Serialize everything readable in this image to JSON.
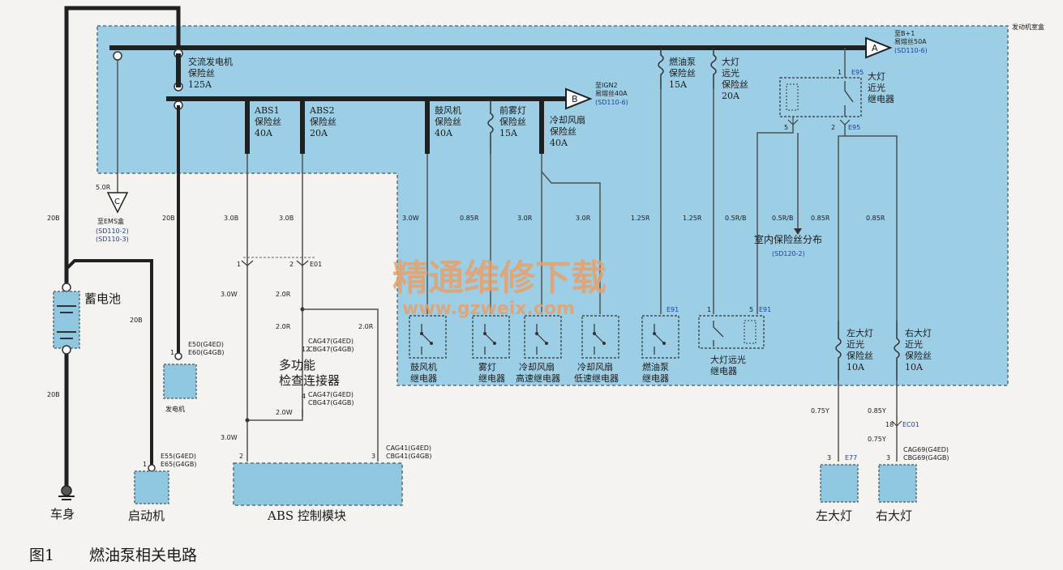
{
  "colors": {
    "panel": "#9ccfe6",
    "panel_border": "#5a6f7c",
    "wire": "#505050",
    "heavy_wire": "#202020",
    "component": "#8fc6e0",
    "watermark": "#e8a068",
    "ref_text": "#1f3fa0"
  },
  "top_right_label": "发动机室盒",
  "bus_a": {
    "title": "至B+1",
    "subtitle": "易熔丝50A",
    "ref": "(SD110-6)",
    "arrow": "A"
  },
  "bus_b": {
    "title": "至IGN2",
    "subtitle": "易熔丝40A",
    "ref": "(SD110-6)",
    "arrow": "B"
  },
  "bus_c": {
    "title": "至EMS盒",
    "ref1": "(SD110-2)",
    "ref2": "(SD110-3)",
    "arrow": "C"
  },
  "fuses": {
    "alternator": {
      "l1": "交流发电机",
      "l2": "保险丝",
      "l3": "125A"
    },
    "abs1": {
      "l1": "ABS1",
      "l2": "保险丝",
      "l3": "40A"
    },
    "abs2": {
      "l1": "ABS2",
      "l2": "保险丝",
      "l3": "20A"
    },
    "blower": {
      "l1": "鼓风机",
      "l2": "保险丝",
      "l3": "40A"
    },
    "fog": {
      "l1": "前雾灯",
      "l2": "保险丝",
      "l3": "15A"
    },
    "cooling_fan": {
      "l1": "冷却风扇",
      "l2": "保险丝",
      "l3": "40A"
    },
    "fuel_pump": {
      "l1": "燃油泵",
      "l2": "保险丝",
      "l3": "15A"
    },
    "headlamp_high": {
      "l1": "大灯",
      "l2": "远光",
      "l3": "保险丝",
      "l4": "20A"
    },
    "left_low": {
      "l1": "左大灯",
      "l2": "近光",
      "l3": "保险丝",
      "l4": "10A"
    },
    "right_low": {
      "l1": "右大灯",
      "l2": "近光",
      "l3": "保险丝",
      "l4": "10A"
    }
  },
  "relays": {
    "low_beam": {
      "l1": "大灯",
      "l2": "近光",
      "l3": "继电器",
      "pin_top": "1",
      "conn": "E95",
      "pin_l": "5",
      "pin_r": "2",
      "conn2": "E95"
    },
    "blower": {
      "l1": "鼓风机",
      "l2": "继电器"
    },
    "fog": {
      "l1": "雾灯",
      "l2": "继电器"
    },
    "fan_high": {
      "l1": "冷却风扇",
      "l2": "高速继电器"
    },
    "fan_low": {
      "l1": "冷却风扇",
      "l2": "低速继电器"
    },
    "fuel_pump": {
      "l1": "燃油泵",
      "l2": "继电器"
    },
    "high_beam": {
      "l1": "大灯远光",
      "l2": "继电器",
      "pin_l": "1",
      "pin_r": "5",
      "conn": "E91"
    }
  },
  "wires": {
    "w20b_left": "20B",
    "w5r": "5.0R",
    "w20b_alt": "20B",
    "w30b_1": "3.0B",
    "w30b_2": "3.0B",
    "w30w_blower": "3.0W",
    "w085r_fog": "0.85R",
    "w30r_fanh": "3.0R",
    "w30r_fanl": "3.0R",
    "w125r_fp": "1.25R",
    "w125r_hb": "1.25R",
    "w05rb_1": "0.5R/B",
    "w05rb_2": "0.5R/B",
    "w085r_l": "0.85R",
    "w085r_r": "0.85R",
    "w30w_abs": "3.0W",
    "w20r_1": "2.0R",
    "w20r_2": "2.0R",
    "w20r_3": "2.0R",
    "w20w": "2.0W",
    "w30w_abs2": "3.0W",
    "w20b_batt": "20B",
    "w20b_start": "20B",
    "w075y_l": "0.75Y",
    "w085y_r": "0.85Y",
    "w075y_r": "0.75Y"
  },
  "connectors": {
    "e01": {
      "p1": "1",
      "p2": "2",
      "name": "E01"
    },
    "mfc_12": {
      "pin": "12",
      "l1": "CAG47(G4ED)",
      "l2": "CBG47(G4GB)"
    },
    "mfc_4": {
      "pin": "4",
      "l1": "CAG47(G4ED)",
      "l2": "CBG47(G4GB)"
    },
    "abs_3": {
      "pin": "3",
      "l1": "CAG41(G4ED)",
      "l2": "CBG41(G4GB)"
    },
    "abs_2": {
      "pin": "2"
    },
    "e50": {
      "pin": "1",
      "l1": "E50(G4ED)",
      "l2": "E60(G4GB)"
    },
    "e55": {
      "pin": "1",
      "l1": "E55(G4ED)",
      "l2": "E65(G4GB)"
    },
    "ec01": {
      "pin": "18",
      "name": "EC01"
    },
    "e77": {
      "pin": "3",
      "name": "E77"
    },
    "cag69": {
      "pin": "3",
      "l1": "CAG69(G4ED)",
      "l2": "CBG69(G4GB)"
    },
    "fp_conn": "E91"
  },
  "components": {
    "battery": "蓄电池",
    "alternator": "发电机",
    "starter": "启动机",
    "body": "车身",
    "mfc_l1": "多功能",
    "mfc_l2": "检查连接器",
    "abs_module": "ABS 控制模块",
    "left_headlamp": "左大灯",
    "right_headlamp": "右大灯",
    "interior_fuse": "室内保险丝分布",
    "interior_ref": "(SD120-2)"
  },
  "watermark": {
    "line1": "精通维修下载",
    "line2": "www.gzweix.com"
  },
  "caption": {
    "fig": "图1",
    "title": "燃油泵相关电路"
  }
}
